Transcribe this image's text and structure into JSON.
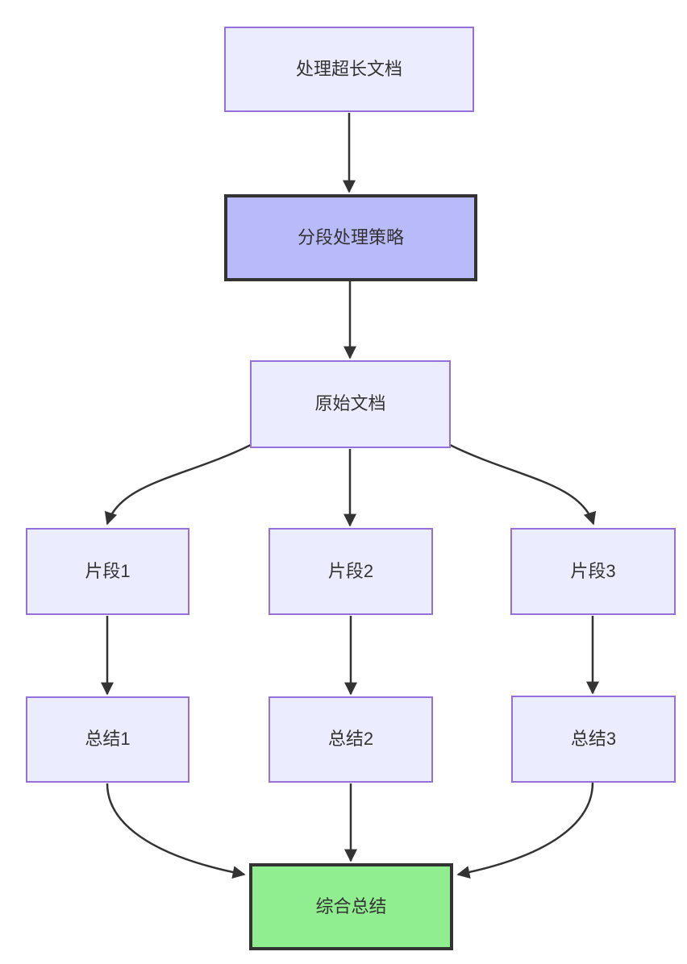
{
  "diagram": {
    "type": "flowchart",
    "direction": "top-down",
    "nodes": [
      {
        "id": "A",
        "label": "处理超长文档",
        "style": "default"
      },
      {
        "id": "B",
        "label": "分段处理策略",
        "style": "emphasis"
      },
      {
        "id": "C",
        "label": "原始文档",
        "style": "default"
      },
      {
        "id": "D1",
        "label": "片段1",
        "style": "default"
      },
      {
        "id": "D2",
        "label": "片段2",
        "style": "default"
      },
      {
        "id": "D3",
        "label": "片段3",
        "style": "default"
      },
      {
        "id": "E1",
        "label": "总结1",
        "style": "default"
      },
      {
        "id": "E2",
        "label": "总结2",
        "style": "default"
      },
      {
        "id": "E3",
        "label": "总结3",
        "style": "default"
      },
      {
        "id": "F",
        "label": "综合总结",
        "style": "success"
      }
    ],
    "edges": [
      {
        "from": "处理超长文档",
        "to": "分段处理策略"
      },
      {
        "from": "分段处理策略",
        "to": "原始文档"
      },
      {
        "from": "原始文档",
        "to": "片段1"
      },
      {
        "from": "原始文档",
        "to": "片段2"
      },
      {
        "from": "原始文档",
        "to": "片段3"
      },
      {
        "from": "片段1",
        "to": "总结1"
      },
      {
        "from": "片段2",
        "to": "总结2"
      },
      {
        "from": "片段3",
        "to": "总结3"
      },
      {
        "from": "总结1",
        "to": "综合总结"
      },
      {
        "from": "总结2",
        "to": "综合总结"
      },
      {
        "from": "总结3",
        "to": "综合总结"
      }
    ],
    "colors": {
      "background": "#FFFFFF",
      "node_fill": "#ECECFF",
      "node_border": "#9370DB",
      "emphasis_fill": "#B9BAF9",
      "emphasis_border": "#333333",
      "success_fill": "#90EE90",
      "success_border": "#333333",
      "edge": "#333333",
      "text": "#333333"
    }
  }
}
